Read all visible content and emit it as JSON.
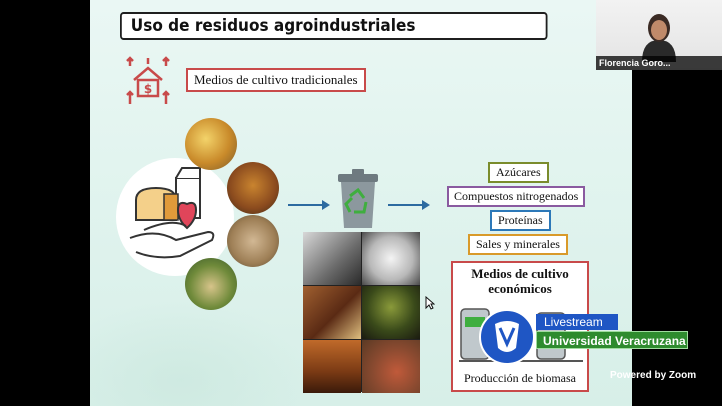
{
  "slide": {
    "title": "Uso de residuos agroindustriales",
    "traditional_media": "Medios de cultivo tradicionales",
    "outputs": [
      "Azúcares",
      "Compuestos nitrogenados",
      "Proteínas",
      "Sales y minerales"
    ],
    "economic_media_title": "Medios de cultivo económicos",
    "biomass_label": "Producción de biomasa"
  },
  "webcam": {
    "participant_name": "Florencia Goro..."
  },
  "stream": {
    "live_label": "Livestream",
    "university": "Universidad Veracruzana",
    "powered_by": "Powered by Zoom"
  },
  "colors": {
    "red_border": "#c84a4a",
    "olive_border": "#7a8c2c",
    "purple_border": "#8a5aa0",
    "blue_border": "#2c78b8",
    "orange_border": "#d99a2a",
    "live_blue": "#1f56c4",
    "uv_green": "#2e8b2e"
  }
}
